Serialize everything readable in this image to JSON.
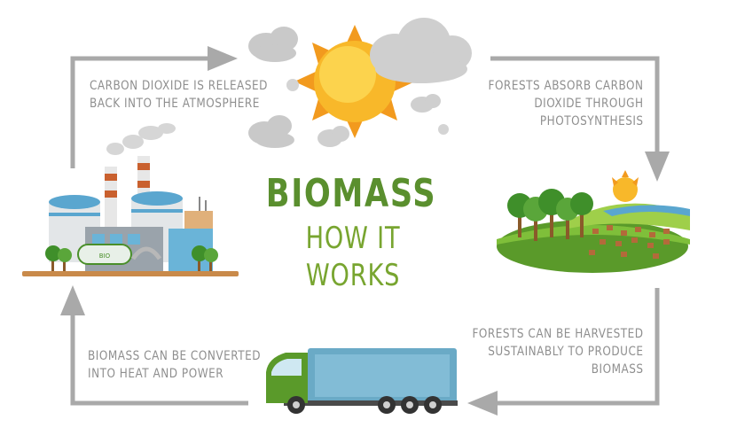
{
  "title": {
    "main": "BIOMASS",
    "sub": "HOW IT WORKS"
  },
  "steps": {
    "release": [
      "CARBON DIOXIDE IS RELEASED",
      "BACK INTO THE ATMOSPHERE"
    ],
    "absorb": [
      "FORESTS ABSORB CARBON",
      "DIOXIDE THROUGH",
      "PHOTOSYNTHESIS"
    ],
    "harvest": [
      "FORESTS CAN BE HARVESTED",
      "SUSTAINABLY TO PRODUCE",
      "BIOMASS"
    ],
    "convert": [
      "BIOMASS CAN BE CONVERTED",
      "INTO HEAT AND POWER"
    ]
  },
  "factory": {
    "tank_label": "BIO"
  },
  "colors": {
    "title_green": "#5a8f2e",
    "subtitle_green": "#78a530",
    "arrow_gray": "#a9a9a9",
    "caption_gray": "#8f8f8f",
    "sun_yellow": "#f8b82a",
    "truck_green": "#5a9a2a",
    "trailer_blue": "#6aaac6"
  },
  "icons": [
    "sun-icon",
    "cloud-icon",
    "factory-icon",
    "forest-icon",
    "truck-icon",
    "cycle-arrow-icon"
  ]
}
